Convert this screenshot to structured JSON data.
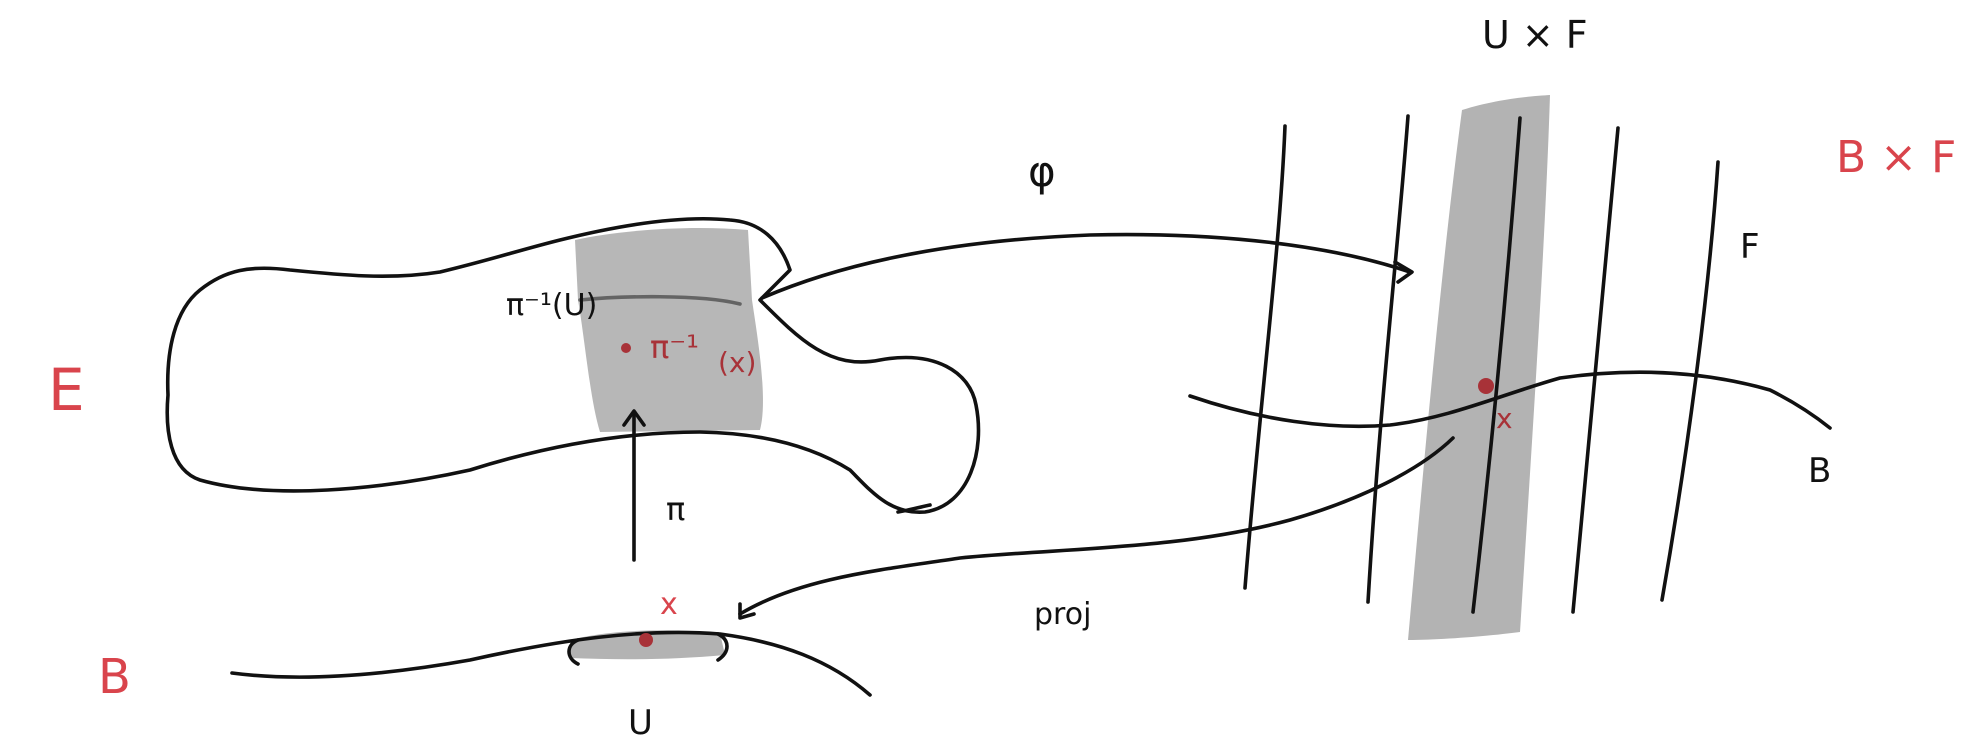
{
  "labels": {
    "total_space": "E",
    "base_left": "B",
    "open_set": "U",
    "preimage_open": "π⁻¹(U)",
    "preimage_point": "π⁻¹",
    "preimage_point_arg": "(x)",
    "projection": "π",
    "point_x_base": "x",
    "phi": "φ",
    "proj": "proj",
    "product_top": "U × F",
    "product_global": "B × F",
    "fiber": "F",
    "base_right": "B",
    "point_x_product": "x"
  },
  "colors": {
    "ink": "#111111",
    "accent_red": "#d9444c",
    "point_red": "#a83238",
    "shade_gray": "#b3b3b3"
  }
}
